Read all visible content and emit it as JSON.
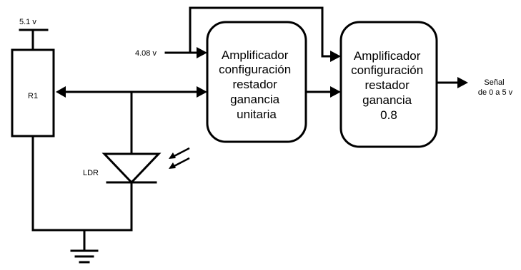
{
  "labels": {
    "supply": "5.1 v",
    "ref_voltage": "4.08 v",
    "resistor": "R1",
    "ldr": "LDR",
    "output_line1": "Señal",
    "output_line2": "de 0 a 5 v"
  },
  "blocks": [
    {
      "lines": [
        "Amplificador",
        "configuración",
        "restador",
        "ganancia",
        "unitaria"
      ]
    },
    {
      "lines": [
        "Amplificador",
        "configuración",
        "restador",
        "ganancia",
        "0.8"
      ]
    }
  ]
}
